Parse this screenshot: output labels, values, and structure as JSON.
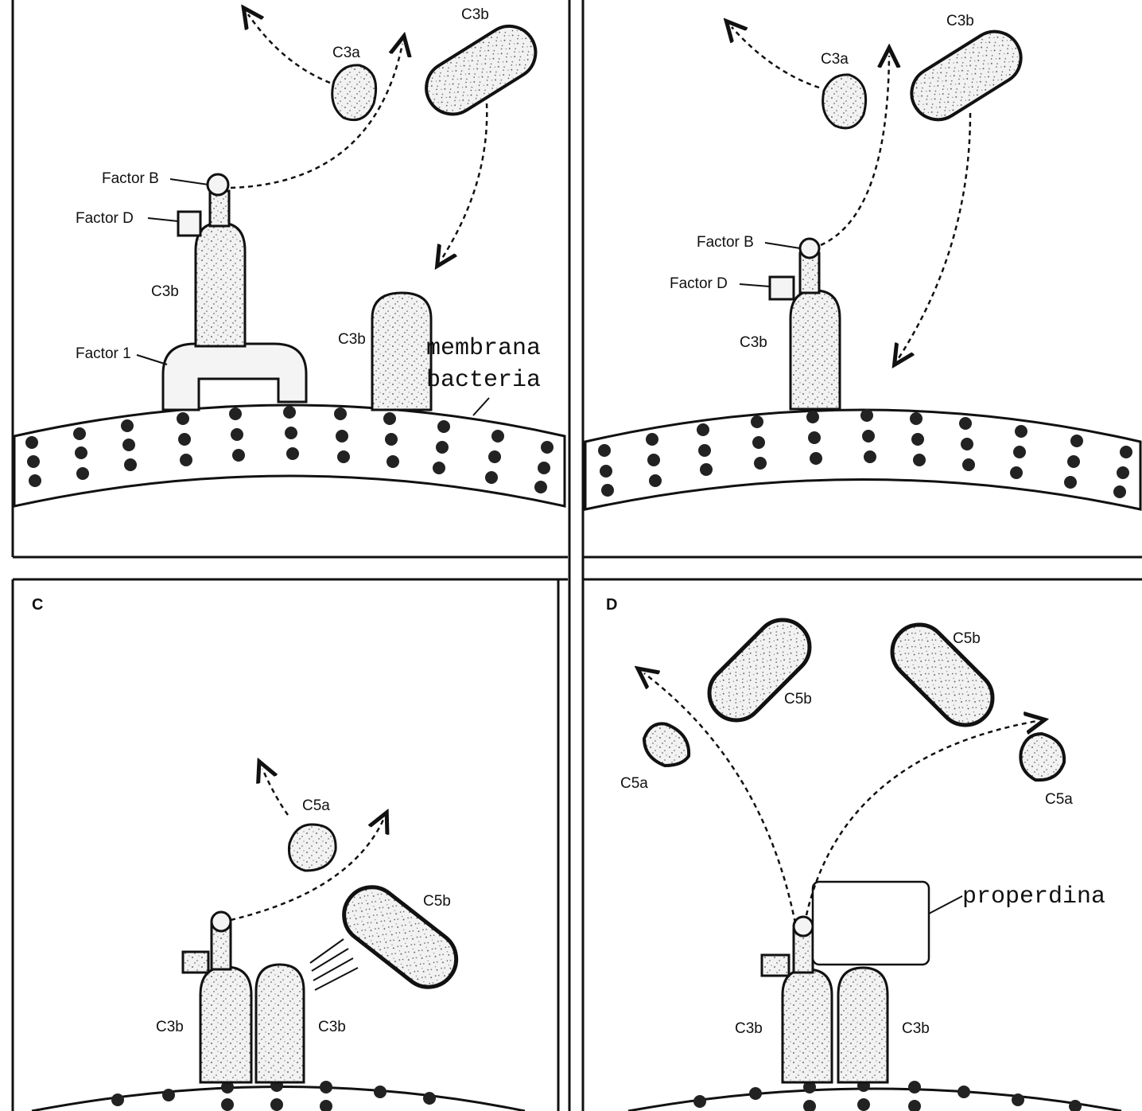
{
  "panels": {
    "A": {
      "letter": "",
      "labels": {
        "c3a": "C3a",
        "c3b_top": "C3b",
        "factor_b": "Factor B",
        "factor_d": "Factor D",
        "c3b_left": "C3b",
        "factor_i": "Factor 1",
        "c3b_right": "C3b",
        "membrana": "membrana",
        "bacteria": "bacteria"
      }
    },
    "B": {
      "letter": "",
      "labels": {
        "c3a": "C3a",
        "c3b_top": "C3b",
        "factor_b": "Factor B",
        "factor_d": "Factor D",
        "c3b": "C3b"
      }
    },
    "C": {
      "letter": "C",
      "labels": {
        "c5a": "C5a",
        "c5b": "C5b",
        "c3b_left": "C3b",
        "c3b_right": "C3b"
      }
    },
    "D": {
      "letter": "D",
      "labels": {
        "c5b_right": "C5b",
        "c5b_center": "C5b",
        "c5a_left": "C5a",
        "c5a_right": "C5a",
        "properdina": "properdina",
        "c3b_left": "C3b",
        "c3b_right": "C3b"
      }
    }
  }
}
